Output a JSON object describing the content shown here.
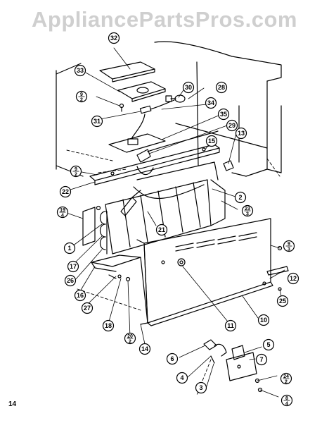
{
  "watermark": "AppliancePartsPros.com",
  "page_number": "14",
  "callouts": [
    {
      "id": "c32",
      "label": "32"
    },
    {
      "id": "c33",
      "label": "33"
    },
    {
      "id": "c30",
      "label": "30"
    },
    {
      "id": "c28",
      "label": "28"
    },
    {
      "id": "c9a",
      "label": "9",
      "sub": "2"
    },
    {
      "id": "c34",
      "label": "34"
    },
    {
      "id": "c31",
      "label": "31"
    },
    {
      "id": "c35",
      "label": "35"
    },
    {
      "id": "c29",
      "label": "29"
    },
    {
      "id": "c13",
      "label": "13"
    },
    {
      "id": "c15",
      "label": "15"
    },
    {
      "id": "c9b",
      "label": "9",
      "sub": "2"
    },
    {
      "id": "c22",
      "label": "22"
    },
    {
      "id": "c2",
      "label": "2"
    },
    {
      "id": "c19",
      "label": "19",
      "sub": "4"
    },
    {
      "id": "c23",
      "label": "23",
      "sub": "3"
    },
    {
      "id": "c21",
      "label": "21"
    },
    {
      "id": "c1",
      "label": "1"
    },
    {
      "id": "c9c",
      "label": "9",
      "sub": "3"
    },
    {
      "id": "c17",
      "label": "17"
    },
    {
      "id": "c26",
      "label": "26"
    },
    {
      "id": "c16",
      "label": "16"
    },
    {
      "id": "c12",
      "label": "12"
    },
    {
      "id": "c27",
      "label": "27"
    },
    {
      "id": "c25",
      "label": "25"
    },
    {
      "id": "c18",
      "label": "18"
    },
    {
      "id": "c20",
      "label": "20",
      "sub": "2"
    },
    {
      "id": "c11",
      "label": "11"
    },
    {
      "id": "c10",
      "label": "10"
    },
    {
      "id": "c14",
      "label": "14"
    },
    {
      "id": "c5",
      "label": "5"
    },
    {
      "id": "c6",
      "label": "6"
    },
    {
      "id": "c7",
      "label": "7"
    },
    {
      "id": "c4",
      "label": "4"
    },
    {
      "id": "c24",
      "label": "24",
      "sub": "2"
    },
    {
      "id": "c3",
      "label": "3"
    },
    {
      "id": "c8",
      "label": "8",
      "sub": "4"
    }
  ]
}
